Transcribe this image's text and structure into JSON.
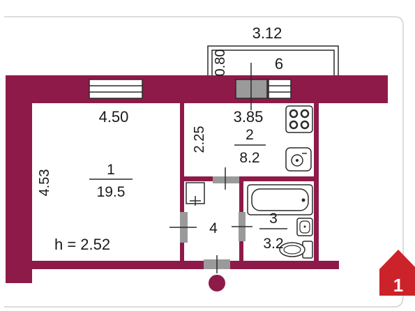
{
  "plan": {
    "colors": {
      "wall": "#8e1a49",
      "line": "#2a2a2a",
      "door_gray": "#9a9a9a",
      "logo": "#cc2229",
      "background": "#ffffff"
    },
    "balcony": {
      "width": "3.12",
      "depth": "0.80",
      "room_no": "6"
    },
    "room1": {
      "width": "4.50",
      "length": "4.53",
      "room_no": "1",
      "area": "19.5"
    },
    "room2": {
      "width": "3.85",
      "length": "2.25",
      "room_no": "2",
      "area": "8.2"
    },
    "room3": {
      "room_no": "3",
      "area": "3.2"
    },
    "room4": {
      "room_no": "4"
    },
    "ceiling_height": "h = 2.52",
    "logo_text": "1"
  }
}
